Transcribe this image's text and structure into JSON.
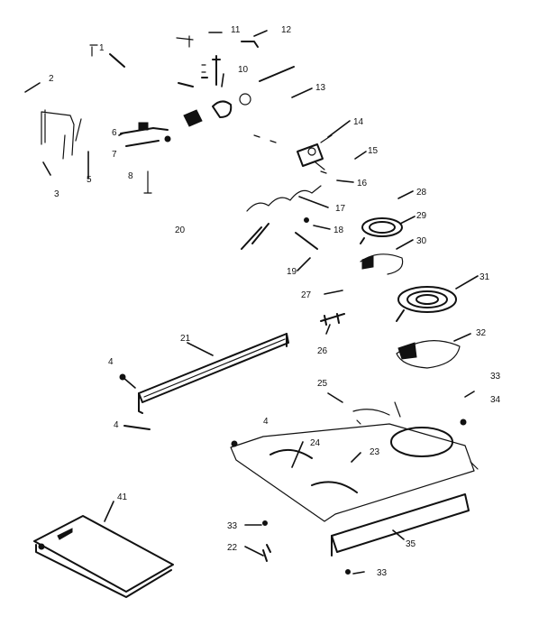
{
  "labels": {
    "p1": "1",
    "p2": "2",
    "p3": "3",
    "p4a": "4",
    "p4b": "4",
    "p4c": "4",
    "p5": "5",
    "p6": "6",
    "p7": "7",
    "p8": "8",
    "p10": "10",
    "p11": "11",
    "p12": "12",
    "p13": "13",
    "p14": "14",
    "p15": "15",
    "p16": "16",
    "p17": "17",
    "p18": "18",
    "p19": "19",
    "p20": "20",
    "p21": "21",
    "p22": "22",
    "p23": "23",
    "p24": "24",
    "p25": "25",
    "p26": "26",
    "p27": "27",
    "p28": "28",
    "p29": "29",
    "p30": "30",
    "p31": "31",
    "p32": "32",
    "p33a": "33",
    "p33b": "33",
    "p33c": "33",
    "p34": "34",
    "p35": "35",
    "p41": "41"
  }
}
